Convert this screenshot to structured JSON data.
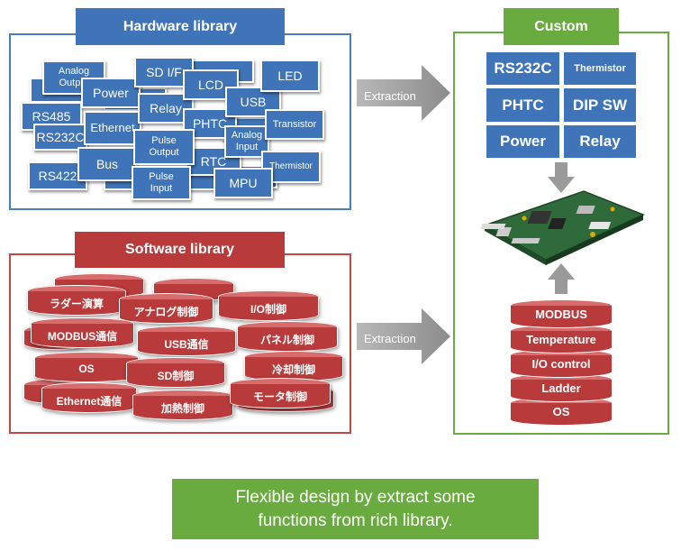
{
  "hardware": {
    "title": "Hardware library",
    "items": {
      "analog_output": "Analog\nOutput",
      "sd_if": "SD I/F",
      "led": "LED",
      "power": "Power",
      "lcd": "LCD",
      "usb": "USB",
      "rs485": "RS485",
      "relay": "Relay",
      "rs232c": "RS232C",
      "ethernet": "Ethernet",
      "phtc": "PHTC",
      "transistor": "Transistor",
      "pulse_output": "Pulse\nOutput",
      "analog_input": "Analog\nInput",
      "bus": "Bus",
      "rtc": "RTC",
      "thermistor": "Thermistor",
      "rs422": "RS422",
      "pulse_input": "Pulse\nInput",
      "mpu": "MPU"
    }
  },
  "software": {
    "title": "Software library",
    "items": {
      "ladder_calc": "ラダー演算",
      "analog_ctrl": "アナログ制御",
      "io_ctrl": "I/O制御",
      "modbus_comm": "MODBUS通信",
      "usb_comm": "USB通信",
      "panel_ctrl": "パネル制御",
      "os": "OS",
      "sd_ctrl": "SD制御",
      "cooling_ctrl": "冷却制御",
      "ethernet_comm": "Ethernet通信",
      "heating_ctrl": "加熱制御",
      "motor_ctrl": "モータ制御"
    }
  },
  "arrows": {
    "hw_label": "Extraction",
    "sw_label": "Extraction"
  },
  "custom": {
    "title": "Custom",
    "hw_tiles": [
      "RS232C",
      "Thermistor",
      "PHTC",
      "DIP SW",
      "Power",
      "Relay"
    ],
    "sw_stack": [
      "MODBUS",
      "Temperature",
      "I/O control",
      "Ladder",
      "OS"
    ]
  },
  "caption": {
    "line1": "Flexible design by extract some",
    "line2": "functions from rich library."
  },
  "colors": {
    "hardware_blue": "#3f74b8",
    "software_red": "#b83a3a",
    "custom_green": "#6aab3f",
    "arrow_gray": "#9a9a9a"
  }
}
